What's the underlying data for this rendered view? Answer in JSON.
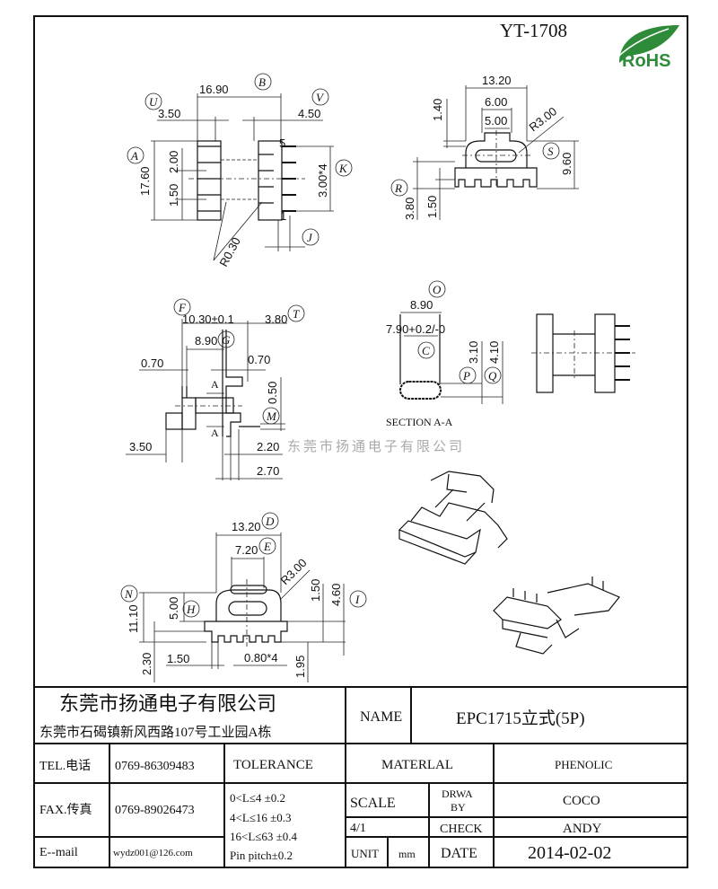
{
  "header": {
    "part_code": "YT-1708",
    "logo_text": "RoHS",
    "logo_color": "#2e8b3a"
  },
  "watermark": "东莞市扬通电子有限公司",
  "views": {
    "top_view": {
      "dim_b": "16.90",
      "ref_b": "B",
      "ref_u": "U",
      "dim_u": "3.50",
      "ref_v": "V",
      "dim_v": "4.50",
      "ref_a": "A",
      "dim_a": "17.60",
      "dim_2": "2.00",
      "dim_3": "1.50",
      "ref_k": "K",
      "dim_k": "3.00*4",
      "pin_5": "5",
      "pin_1": "1",
      "ref_j": "J",
      "radius": "R0.30"
    },
    "end_view": {
      "dim_w": "13.20",
      "dim_6": "6.00",
      "dim_5": "5.00",
      "dim_14": "1.40",
      "radius": "R3.00",
      "ref_s": "S",
      "dim_96": "9.60",
      "ref_r": "R",
      "dim_38": "3.80",
      "dim_15": "1.50"
    },
    "front_view": {
      "ref_f": "F",
      "dim_f": "10.30±0.1",
      "dim_t": "3.80",
      "ref_t": "T",
      "dim_g": "8.90",
      "ref_g": "G",
      "dim_07a": "0.70",
      "dim_07b": "0.70",
      "sec_top": "A",
      "sec_bot": "A",
      "dim_m": "0.50",
      "ref_m": "M",
      "dim_35": "3.50",
      "dim_22": "2.20",
      "dim_27": "2.70"
    },
    "section": {
      "ref_o": "O",
      "dim_o": "8.90",
      "dim_c": "7.90+0.2/-0",
      "ref_c": "C",
      "dim_p": "3.10",
      "dim_q": "4.10",
      "ref_p": "P",
      "ref_q": "Q",
      "title": "SECTION A-A"
    },
    "bottom_view": {
      "dim_d": "13.20",
      "ref_d": "D",
      "dim_e": "7.20",
      "ref_e": "E",
      "radius": "R3.00",
      "ref_n": "N",
      "dim_n": "11.10",
      "dim_h": "5.00",
      "ref_h": "H",
      "dim_15": "1.50",
      "dim_46": "4.60",
      "ref_i": "I",
      "dim_23": "2.30",
      "dim_15b": "1.50",
      "dim_pitch": "0.80*4",
      "dim_195": "1.95"
    }
  },
  "title_block": {
    "company": "东莞市扬通电子有限公司",
    "address": "东莞市石碣镇新风西路107号工业园A栋",
    "name_label": "NAME",
    "name_value": "EPC1715立式(5P)",
    "tel_label": "TEL.电话",
    "tel_value": "0769-86309483",
    "fax_label": "FAX.传真",
    "fax_value": "0769-89026473",
    "email_label": "E--mail",
    "email_value": "wydz001@126.com",
    "tolerance_label": "TOLERANCE",
    "tolerances": [
      "0<L≤4   ±0.2",
      "4<L≤16  ±0.3",
      "16<L≤63 ±0.4",
      "Pin pitch±0.2"
    ],
    "material_label": "MATERLAL",
    "material_value": "PHENOLIC",
    "scale_label": "SCALE",
    "scale_value": "4/1",
    "drawn_label_1": "DRWA",
    "drawn_label_2": "BY",
    "drawn_value": "COCO",
    "check_label": "CHECK",
    "check_value": "ANDY",
    "unit_label": "UNIT",
    "unit_value": "mm",
    "date_label": "DATE",
    "date_value": "2014-02-02"
  }
}
